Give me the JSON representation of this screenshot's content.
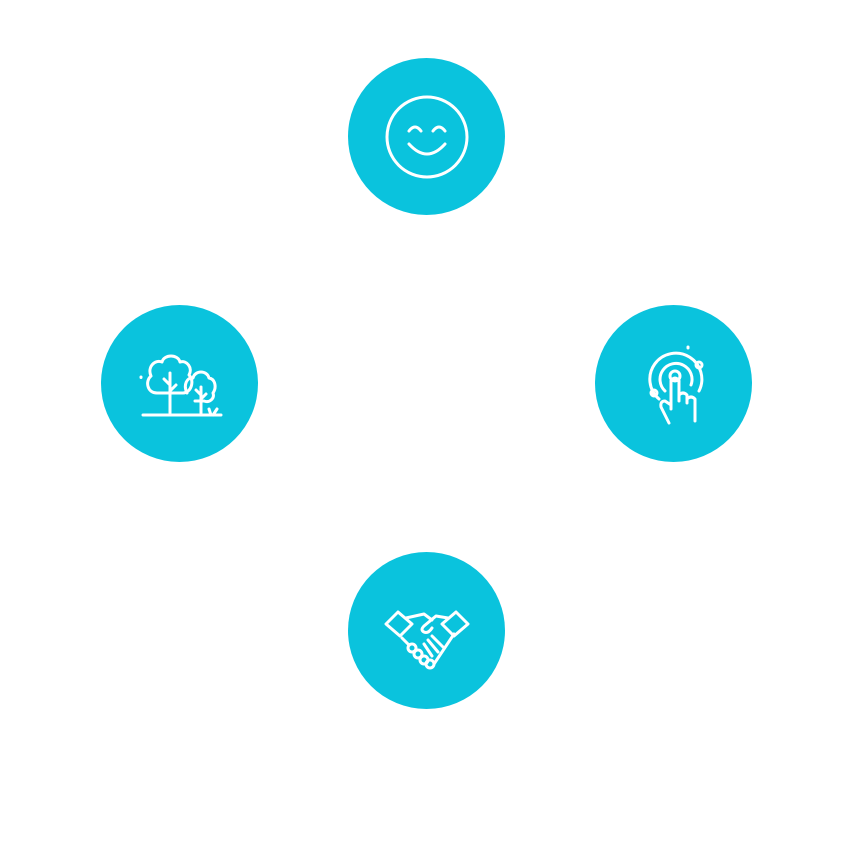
{
  "colors": {
    "background": "#ffffff",
    "accent": "#0ac3dd",
    "icon_stroke": "#ffffff"
  },
  "icons": [
    {
      "position": "top",
      "icon": "smiley-face-icon"
    },
    {
      "position": "left",
      "icon": "trees-icon"
    },
    {
      "position": "right",
      "icon": "touch-finger-icon"
    },
    {
      "position": "bottom",
      "icon": "handshake-icon"
    }
  ]
}
